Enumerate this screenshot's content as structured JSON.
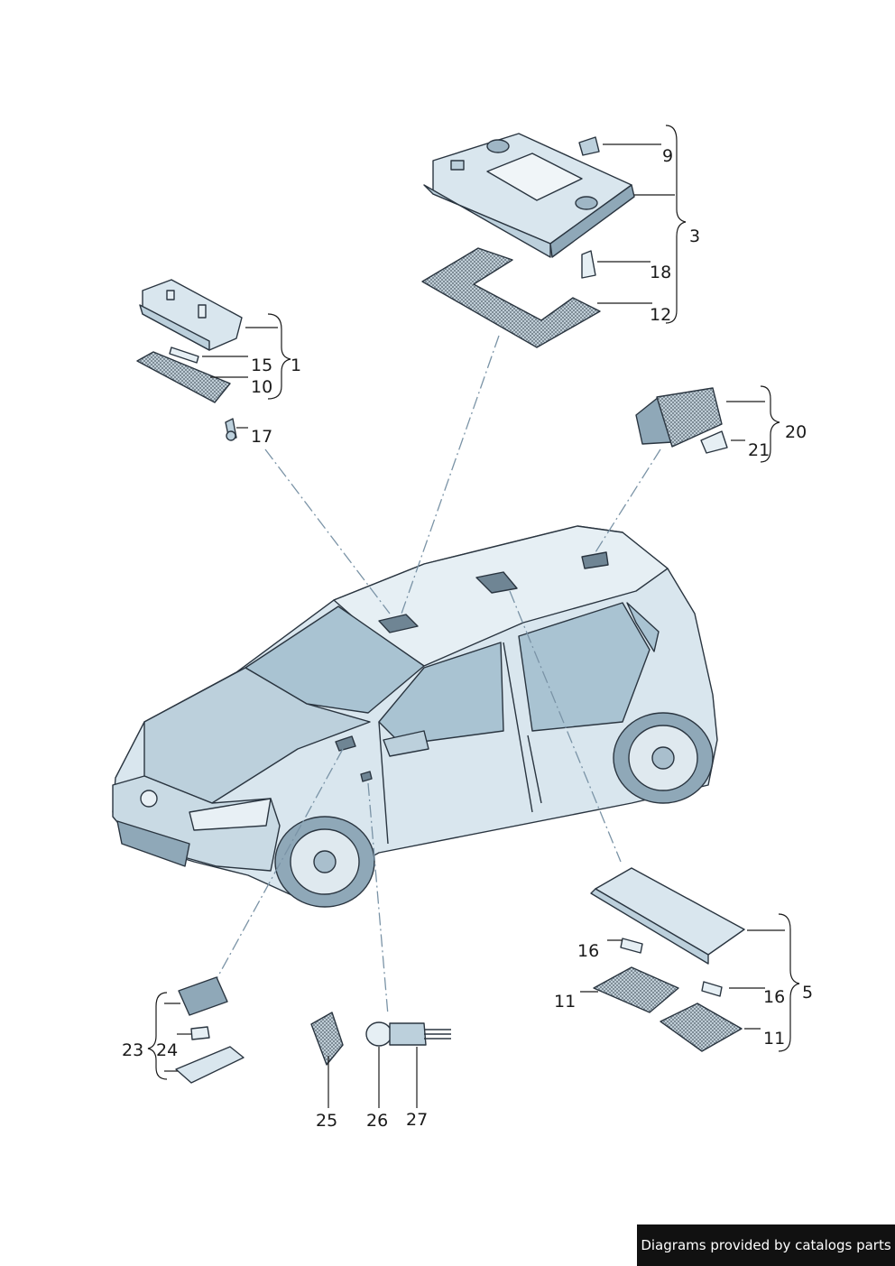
{
  "callouts": {
    "c1": "1",
    "c3": "3",
    "c5": "5",
    "c9": "9",
    "c10": "10",
    "c11a": "11",
    "c11b": "11",
    "c12": "12",
    "c15": "15",
    "c16a": "16",
    "c16b": "16",
    "c17": "17",
    "c18": "18",
    "c20": "20",
    "c21": "21",
    "c23": "23",
    "c24": "24",
    "c25": "25",
    "c26": "26",
    "c27": "27"
  },
  "watermark": "Diagrams provided by catalogs parts",
  "colors": {
    "part_fill": "#d9e6ee",
    "part_shade": "#8fa8b8",
    "outline": "#2a3540",
    "leader_dash": "#7a93a6"
  }
}
